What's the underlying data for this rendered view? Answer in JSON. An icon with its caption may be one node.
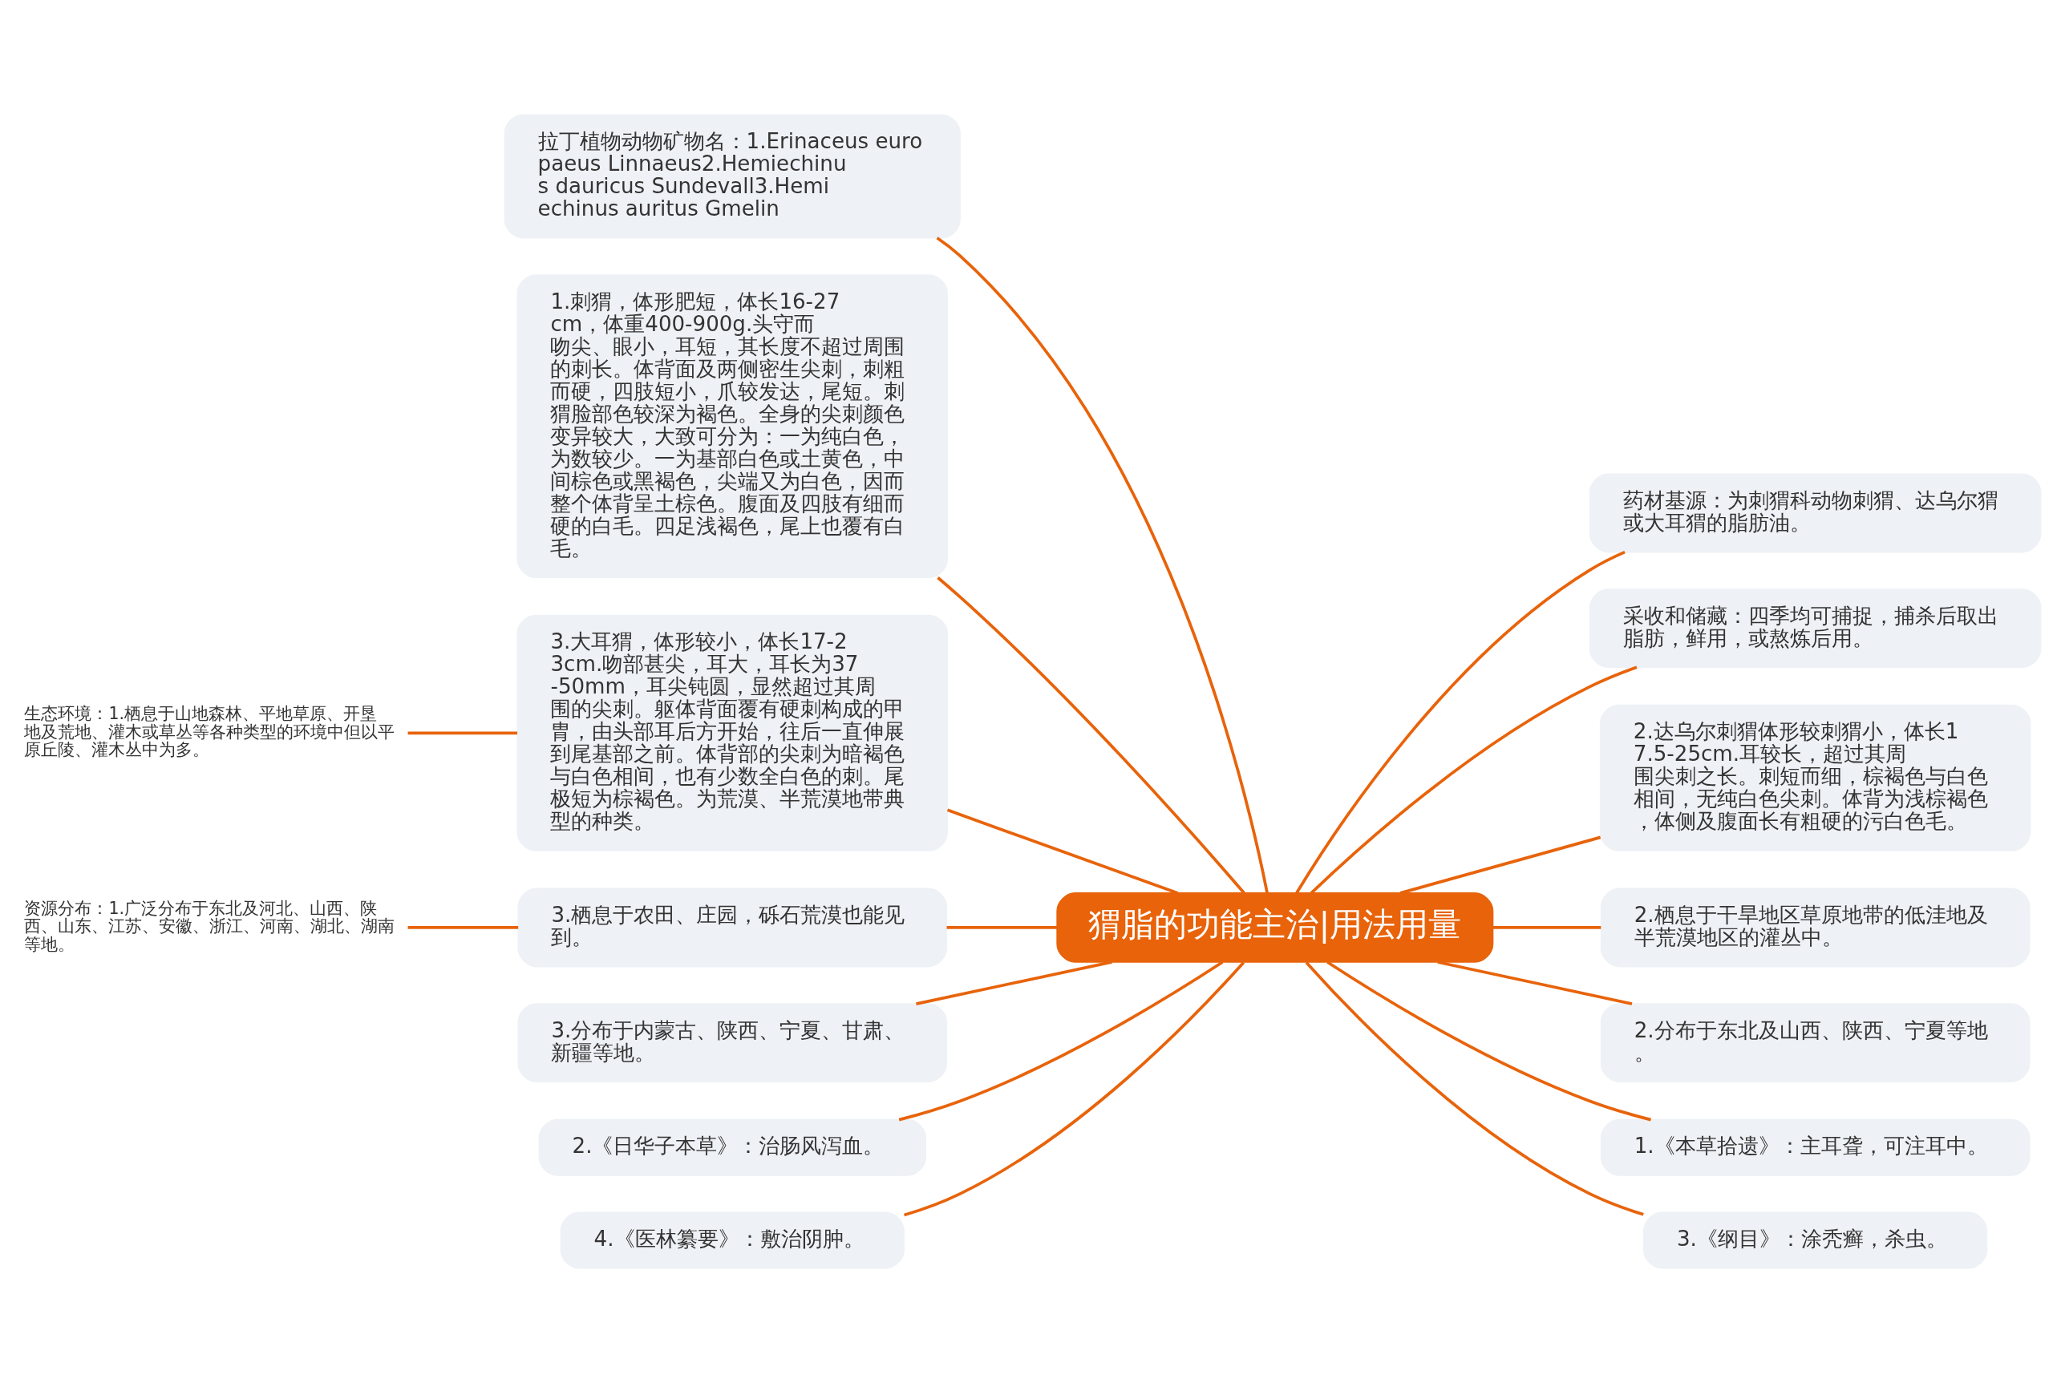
{
  "diagram": {
    "nodes": [
      {
        "text": [
          "猬脂的功能主治|用法用量"
        ]
      },
      {
        "text": [
          "拉丁植物动物矿物名：1.Erinaceus europaeus Linnaeus2.Hemiechinus dauricus Sundevall3.Hemiechinus auritus Gmelin"
        ]
      },
      {
        "text": [
          "1.刺猬，体形肥短，体长16-27cm，体重400-900g.头守而吻尖、眼小，耳短，其长度不超过周围的刺长。体背面及两侧密生尖刺，刺粗而硬，四肢短小，爪较发达，尾短。刺猬脸部色较深为褐色。全身的尖刺颜色变异较大，大致可分为：一为纯白色，为数较少。一为基部白色或土黄色，中间棕色或黑褐色，尖端又为白色，因而整个体背呈土棕色。腹面及四肢有细而硬的白毛。四足浅褐色，尾上也覆有白毛。"
        ]
      },
      {
        "text": [
          "3.大耳猬，体形较小，体长17-23cm.吻部甚尖，耳大，耳长为37-50mm，耳尖钝圆，显然超过其周围的尖刺。躯体背面覆有硬刺构成的甲胄，由头部耳后方开始，往后一直伸展到尾基部之前。体背部的尖刺为暗褐色与白色相间，也有少数全白色的刺。尾极短为棕褐色。为荒漠、半荒漠地带典型的种类。"
        ]
      },
      {
        "text": [
          "生态环境：1.栖息于山地森林、平地草原、开垦地及荒地、灌木或草丛等各种类型的环境中但以平原丘陵、灌木丛中为多。"
        ]
      },
      {
        "text": [
          "3.栖息于农田、庄园，砾石荒漠也能见到。"
        ]
      },
      {
        "text": [
          "资源分布：1.广泛分布于东北及河北、山西、陕西、山东、江苏、安徽、浙江、河南、湖北、湖南等地。"
        ]
      },
      {
        "text": [
          "3.分布于内蒙古、陕西、宁夏、甘肃、新疆等地。"
        ]
      },
      {
        "text": [
          "2.《日华子本草》：治肠风泻血。"
        ]
      },
      {
        "text": [
          "4.《医林纂要》：敷治阴肿。"
        ]
      },
      {
        "text": [
          "药材基源：为刺猬科动物刺猬、达乌尔猬或大耳猬的脂肪油。"
        ]
      },
      {
        "text": [
          "采收和储藏：四季均可捕捉，捕杀后取出脂肪，鲜用，或熬炼后用。"
        ]
      },
      {
        "text": [
          "2.达乌尔刺猬体形较刺猬小，体长17.5-25cm.耳较长，超过其周围尖刺之长。刺短而细，棕褐色与白色相间，无纯白色尖刺。体背为浅棕褐色，体侧及腹面长有粗硬的污白色毛。"
        ]
      },
      {
        "text": [
          "2.栖息于干旱地区草原地带的低洼地及半荒漠地区的灌丛中。"
        ]
      },
      {
        "text": [
          "2.分布于东北及山西、陕西、宁夏等地。"
        ]
      },
      {
        "text": [
          "1.《本草拾遗》：主耳聋，可注耳中。"
        ]
      },
      {
        "text": [
          "3.《纲目》：涂秃癣，杀虫。"
        ]
      }
    ],
    "edges": [
      {
        "from": 0,
        "to": 1,
        "arrow": "none"
      },
      {
        "from": 0,
        "to": 2,
        "arrow": "none"
      },
      {
        "from": 0,
        "to": 3,
        "arrow": "none"
      },
      {
        "from": 3,
        "to": 4,
        "arrow": "none"
      },
      {
        "from": 0,
        "to": 5,
        "arrow": "none"
      },
      {
        "from": 5,
        "to": 6,
        "arrow": "none"
      },
      {
        "from": 0,
        "to": 7,
        "arrow": "none"
      },
      {
        "from": 0,
        "to": 8,
        "arrow": "none"
      },
      {
        "from": 0,
        "to": 9,
        "arrow": "none"
      },
      {
        "from": 0,
        "to": 10,
        "arrow": "none"
      },
      {
        "from": 0,
        "to": 11,
        "arrow": "none"
      },
      {
        "from": 0,
        "to": 12,
        "arrow": "none"
      },
      {
        "from": 0,
        "to": 13,
        "arrow": "none"
      },
      {
        "from": 0,
        "to": 14,
        "arrow": "none"
      },
      {
        "from": 0,
        "to": 15,
        "arrow": "none"
      },
      {
        "from": 0,
        "to": 16,
        "arrow": "none"
      }
    ]
  }
}
